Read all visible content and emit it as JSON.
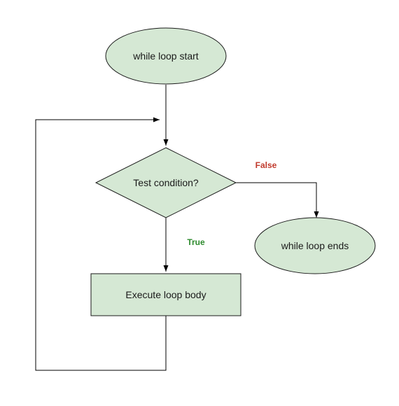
{
  "diagram": {
    "type": "flowchart",
    "nodes": {
      "start": {
        "label": "while loop start",
        "shape": "ellipse"
      },
      "condition": {
        "label": "Test condition?",
        "shape": "diamond"
      },
      "body": {
        "label": "Execute loop body",
        "shape": "rectangle"
      },
      "end": {
        "label": "while loop ends",
        "shape": "ellipse"
      }
    },
    "edges": {
      "false": {
        "from": "condition",
        "to": "end",
        "label": "False"
      },
      "true": {
        "from": "condition",
        "to": "body",
        "label": "True"
      },
      "start_to_condition": {
        "from": "start",
        "to": "condition"
      },
      "loop_back": {
        "from": "body",
        "to": "condition"
      }
    }
  },
  "colors": {
    "node_fill": "#d5e8d4",
    "node_stroke": "#1a1a1a",
    "false_label": "#c0392b",
    "true_label": "#2e8b2e"
  }
}
